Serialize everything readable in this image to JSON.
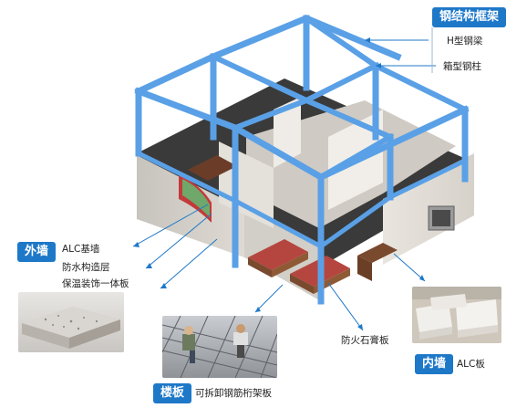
{
  "colors": {
    "accent": "#1e78c8",
    "steel_frame": "#5aa0e6",
    "floor_dark": "#3a3a3a",
    "wall_light": "#ece8e2"
  },
  "icons": {
    "steel_frame": "steel-frame-icon",
    "building": "modular-building-icon"
  },
  "steel_frame": {
    "title": "钢结构框架",
    "items": [
      "H型钢梁",
      "箱型钢柱"
    ]
  },
  "exterior_wall": {
    "title": "外墙",
    "layers": [
      "ALC基墙",
      "防水构造层",
      "保温装饰一体板"
    ]
  },
  "floor_slab": {
    "title": "楼板",
    "description": "可拆卸钢筋桁架板"
  },
  "fire_board": {
    "label": "防火石膏板"
  },
  "interior_wall": {
    "title": "内墙",
    "description": "ALC板"
  }
}
